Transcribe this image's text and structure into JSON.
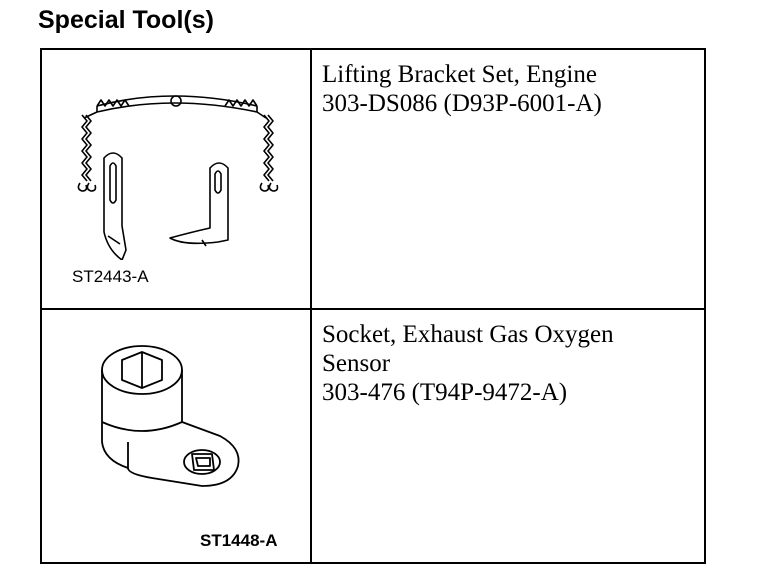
{
  "heading": "Special Tool(s)",
  "tools": [
    {
      "description_lines": [
        "Lifting Bracket Set, Engine",
        "303-DS086 (D93P-6001-A)"
      ],
      "illustration_code": "ST2443-A",
      "icon": "lifting-bracket-set-icon"
    },
    {
      "description_lines": [
        "Socket, Exhaust Gas Oxygen",
        "Sensor",
        "303-476 (T94P-9472-A)"
      ],
      "illustration_code": "ST1448-A",
      "icon": "oxygen-sensor-socket-icon"
    }
  ]
}
